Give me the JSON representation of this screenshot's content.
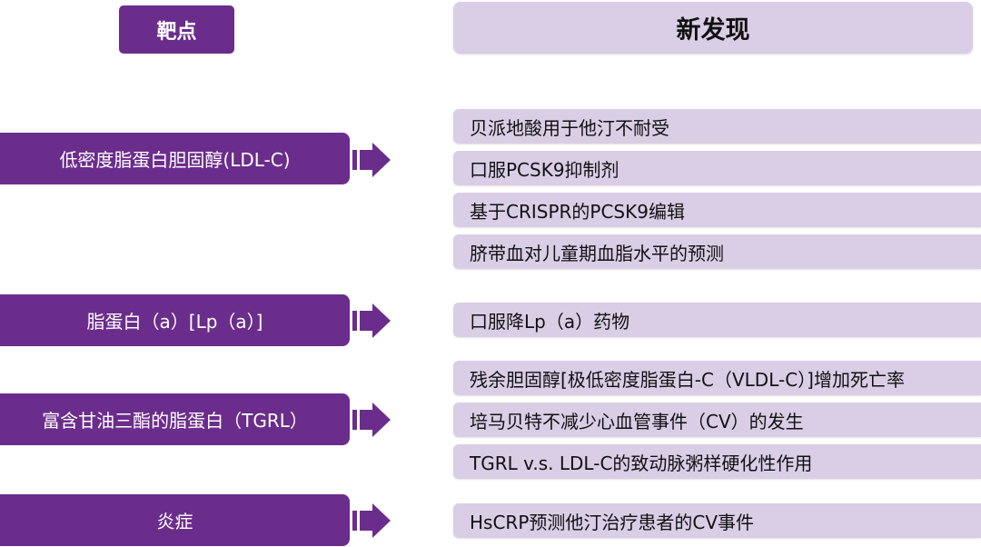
{
  "headers": {
    "target": "靶点",
    "finding": "新发现"
  },
  "targets": [
    "低密度脂蛋白胆固醇(LDL-C)",
    "脂蛋白（a）[Lp（a）]",
    "富含甘油三酯的脂蛋白（TGRL）",
    "炎症"
  ],
  "findings": [
    "贝派地酸用于他汀不耐受",
    "口服PCSK9抑制剂",
    "基于CRISPR的PCSK9编辑",
    "脐带血对儿童期血脂水平的预测",
    "口服降Lp（a）药物",
    "残余胆固醇[极低密度脂蛋白-C（VLDL-C）]增加死亡率",
    "培马贝特不减少心血管事件（CV）的发生",
    "TGRL v.s. LDL-C的致动脉粥样硬化性作用",
    "HsCRP预测他汀治疗患者的CV事件"
  ],
  "colors": {
    "target_fill": "#6b2d8c",
    "finding_fill": "#d9cee6"
  }
}
